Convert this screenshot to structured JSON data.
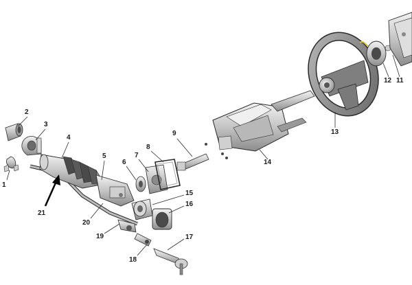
{
  "diagram": {
    "callouts": {
      "c1": "1",
      "c2": "2",
      "c3": "3",
      "c4": "4",
      "c5": "5",
      "c6": "6",
      "c7": "7",
      "c8": "8",
      "c9": "9",
      "c11": "11",
      "c12": "12",
      "c13": "13",
      "c14": "14",
      "c15": "15",
      "c16": "16",
      "c17": "17",
      "c18": "18",
      "c19": "19",
      "c20": "20",
      "c21": "21"
    },
    "colors": {
      "line": "#2a2a2a",
      "metal_light": "#e4e4e4",
      "metal_mid": "#b9b9b9",
      "metal_dark": "#7a7a7a",
      "wheel": "#8a8a8a",
      "wheel_dark": "#555555",
      "rubber": "#4a4a4a",
      "yellow_wire": "#d8c23a",
      "arrow": "#000000"
    }
  }
}
